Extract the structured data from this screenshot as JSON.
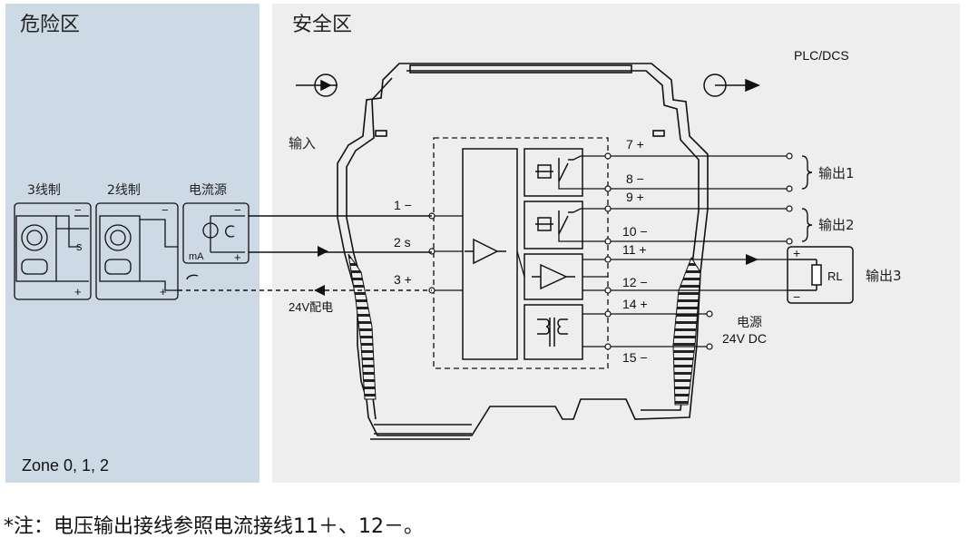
{
  "zones": {
    "hazardous_title": "危险区",
    "safe_title": "安全区",
    "zone_label": "Zone  0, 1, 2"
  },
  "labels": {
    "plc": "PLC/DCS",
    "input": "输入",
    "three_wire": "3线制",
    "two_wire": "2线制",
    "current_source": "电流源",
    "ma": "mA",
    "s": "s",
    "power_24v_feed": "24V配电",
    "power_source": "电源",
    "power_24vdc": "24V DC",
    "rl": "RL",
    "output1": "输出1",
    "output2": "输出2",
    "output3": "输出3"
  },
  "terminals": {
    "t1": "1 −",
    "t2": "2 s",
    "t3": "3 +",
    "t7": "7 +",
    "t8": "8 −",
    "t9": "9 +",
    "t10": "10 −",
    "t11": "11 +",
    "t12": "12 −",
    "t14": "14 +",
    "t15": "15 −"
  },
  "note": "*注：电压输出接线参照电流接线11＋、12－。",
  "colors": {
    "hazardous_bg": "#cdd9e5",
    "safe_bg": "#eeeeee",
    "line": "#111111"
  }
}
